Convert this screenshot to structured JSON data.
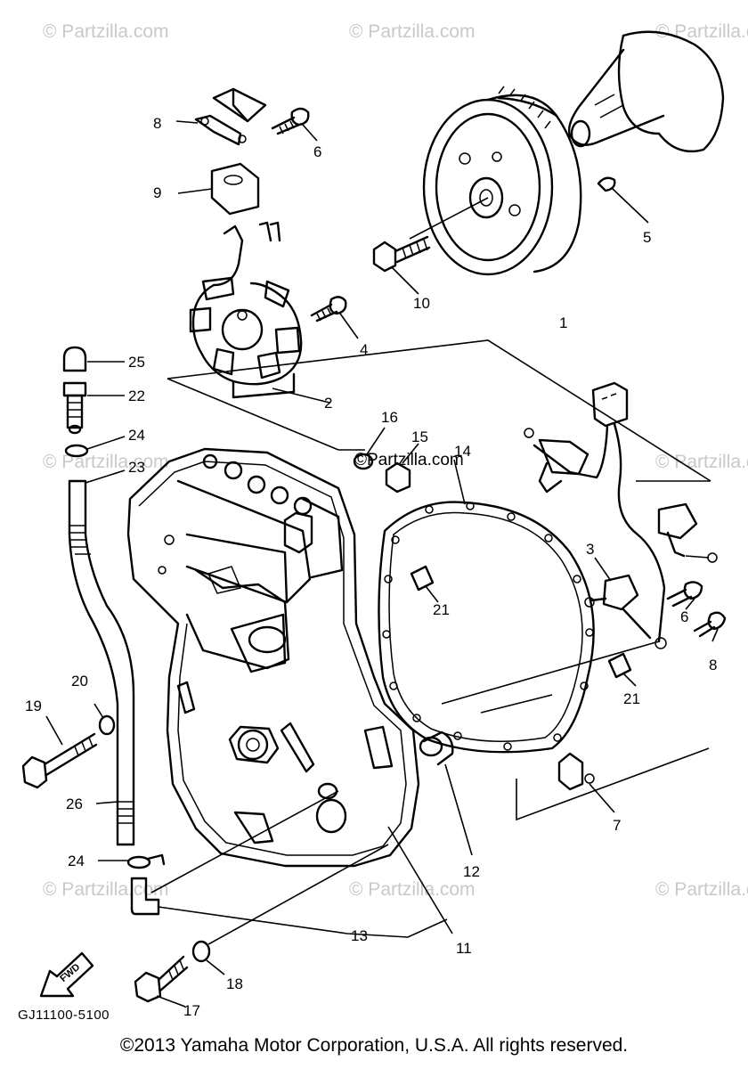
{
  "diagram": {
    "callouts": {
      "c1": "1",
      "c2": "2",
      "c3": "3",
      "c4": "4",
      "c5": "5",
      "c6a": "6",
      "c6b": "6",
      "c7": "7",
      "c8a": "8",
      "c8b": "8",
      "c9": "9",
      "c10": "10",
      "c11": "11",
      "c12": "12",
      "c13": "13",
      "c14": "14",
      "c15": "15",
      "c16": "16",
      "c17": "17",
      "c18": "18",
      "c19": "19",
      "c20": "20",
      "c21a": "21",
      "c21b": "21",
      "c22": "22",
      "c23": "23",
      "c24a": "24",
      "c24b": "24",
      "c25": "25",
      "c26": "26"
    },
    "watermark": "© Partzilla.com",
    "watermark_inline": "©Partzilla.com",
    "front_arrow_label": "FWD",
    "diagram_code": "GJ11100-5100"
  },
  "footer": {
    "copyright": "©2013  Yamaha Motor Corporation, U.S.A. All rights reserved."
  }
}
